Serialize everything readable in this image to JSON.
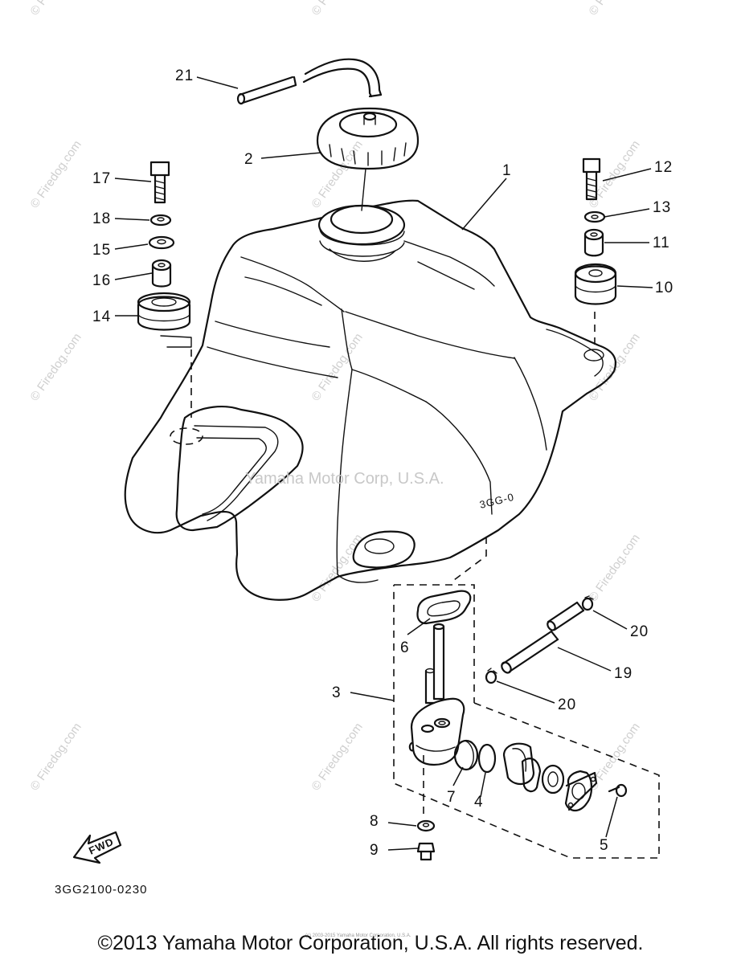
{
  "diagram": {
    "part_numbers": {
      "p1": "1",
      "p2": "2",
      "p3": "3",
      "p4": "4",
      "p5": "5",
      "p6": "6",
      "p7": "7",
      "p8": "8",
      "p9": "9",
      "p10": "10",
      "p11": "11",
      "p12": "12",
      "p13": "13",
      "p14": "14",
      "p15": "15",
      "p16": "16",
      "p17": "17",
      "p18": "18",
      "p19": "19",
      "p20a": "20",
      "p20b": "20",
      "p21": "21"
    },
    "drawing_code": "3GG2100-0230",
    "fwd_label": "FWD",
    "tank_mark": "3GG-0"
  },
  "watermarks": {
    "center_text": "Yamaha Motor Corp, U.S.A.",
    "site_text": "© Firedog.com",
    "fine_print": "(c) 2003-2015 Yamaha Motor Corporation, U.S.A."
  },
  "footer": {
    "copyright": "©2013 Yamaha Motor Corporation, U.S.A. All rights reserved."
  }
}
